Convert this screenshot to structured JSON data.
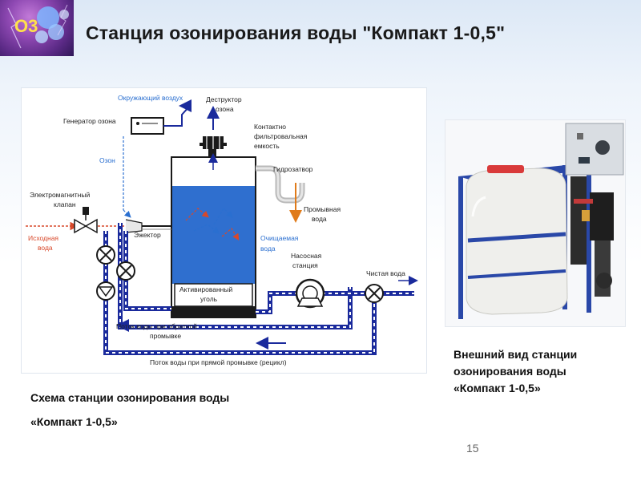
{
  "slide": {
    "title": "Станция озонирования воды \"Компакт 1-0,5\"",
    "page_number": "15",
    "logo_text": "O3"
  },
  "diagram": {
    "labels": {
      "ambient_air": "Окружающий воздух",
      "destructor_1": "Деструктор",
      "destructor_2": "озона",
      "ozone_generator": "Генератор озона",
      "contact_1": "Контактно",
      "contact_2": "фильтровальная",
      "contact_3": "емкость",
      "ozone": "Озон",
      "water_seal": "Гидрозатвор",
      "solenoid_1": "Электромагнитный",
      "solenoid_2": "клапан",
      "wash_water_1": "Промывная",
      "wash_water_2": "вода",
      "source_water_1": "Исходная",
      "source_water_2": "вода",
      "ejector": "Эжектор",
      "treated_water_1": "Очищаемая",
      "treated_water_2": "вода",
      "pump_1": "Насосная",
      "pump_2": "станция",
      "clean_water": "Чистая вода",
      "carbon_1": "Активированный",
      "carbon_2": "уголь",
      "backwash_1": "Поток воды при обратной",
      "backwash_2": "промывке",
      "forward_flow": "Поток воды при прямой промывке (рецикл)"
    }
  },
  "captions": {
    "photo_line1": "Внешний вид станции",
    "photo_line2": "озонирования воды",
    "photo_line3": "«Компакт 1-0,5»",
    "scheme_line1": "Схема станции озонирования воды",
    "scheme_line2": "«Компакт 1-0,5»"
  },
  "colors": {
    "pipe": "#1a2a9c",
    "water": "#2f6fcf",
    "ozone_line": "#2a6fd0",
    "source_water": "#d8482a",
    "accent_orange": "#e07b1a"
  }
}
